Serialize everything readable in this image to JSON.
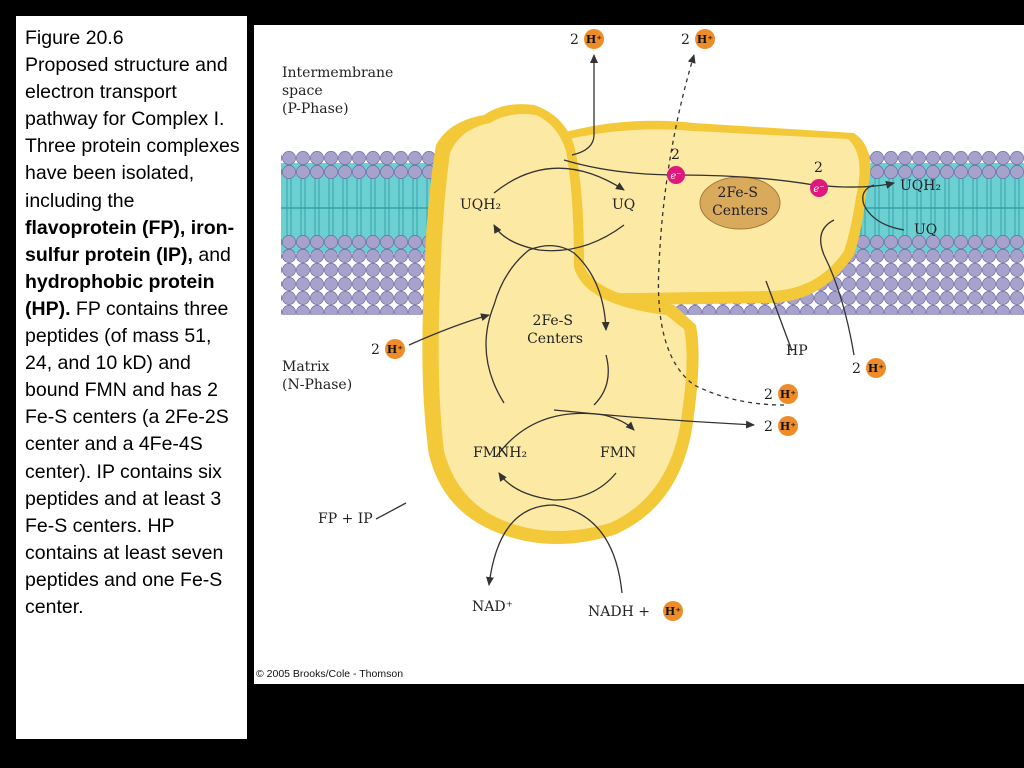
{
  "caption": {
    "title": "Figure 20.6",
    "intro": "Proposed structure and electron transport pathway for Complex I. Three protein complexes have been isolated, including the",
    "fp_bold": "flavoprotein (FP), iron-sulfur protein (IP),",
    "and": "and",
    "hp_bold": "hydrophobic protein (HP).",
    "rest": "FP contains three peptides (of mass 51, 24, and 10 kD) and bound FMN and has 2 Fe-S centers (a 2Fe-2S center and a 4Fe-4S center). IP contains six peptides and at least 3 Fe-S centers. HP contains at least seven peptides and one Fe-S center."
  },
  "figure": {
    "intermembrane": [
      "Intermembrane",
      "space",
      "(P-Phase)"
    ],
    "matrix": [
      "Matrix",
      "(N-Phase)"
    ],
    "two": "2",
    "h_plus": "H⁺",
    "electron": "e⁻",
    "fes_right": [
      "2Fe-S",
      "Centers"
    ],
    "fes_center": [
      "2Fe-S",
      "Centers"
    ],
    "uqh2_left": "UQH₂",
    "uq_left": "UQ",
    "uqh2_right": "UQH₂",
    "uq_right": "UQ",
    "fmnh2": "FMNH₂",
    "fmn": "FMN",
    "hp_label": "HP",
    "fp_ip_label": "FP + IP",
    "nad": "NAD⁺",
    "nadh": "NADH +",
    "copyright": "© 2005 Brooks/Cole - Thomson"
  },
  "colors": {
    "membrane_head": "#a6a2cc",
    "membrane_core": "#6ccfd2",
    "protein_fill": "#fce9a4",
    "protein_rim": "#f3c93a",
    "fes_oval": "#d9a95c",
    "proton_circle": "#ef8c2a",
    "electron_circle": "#e0187e"
  }
}
